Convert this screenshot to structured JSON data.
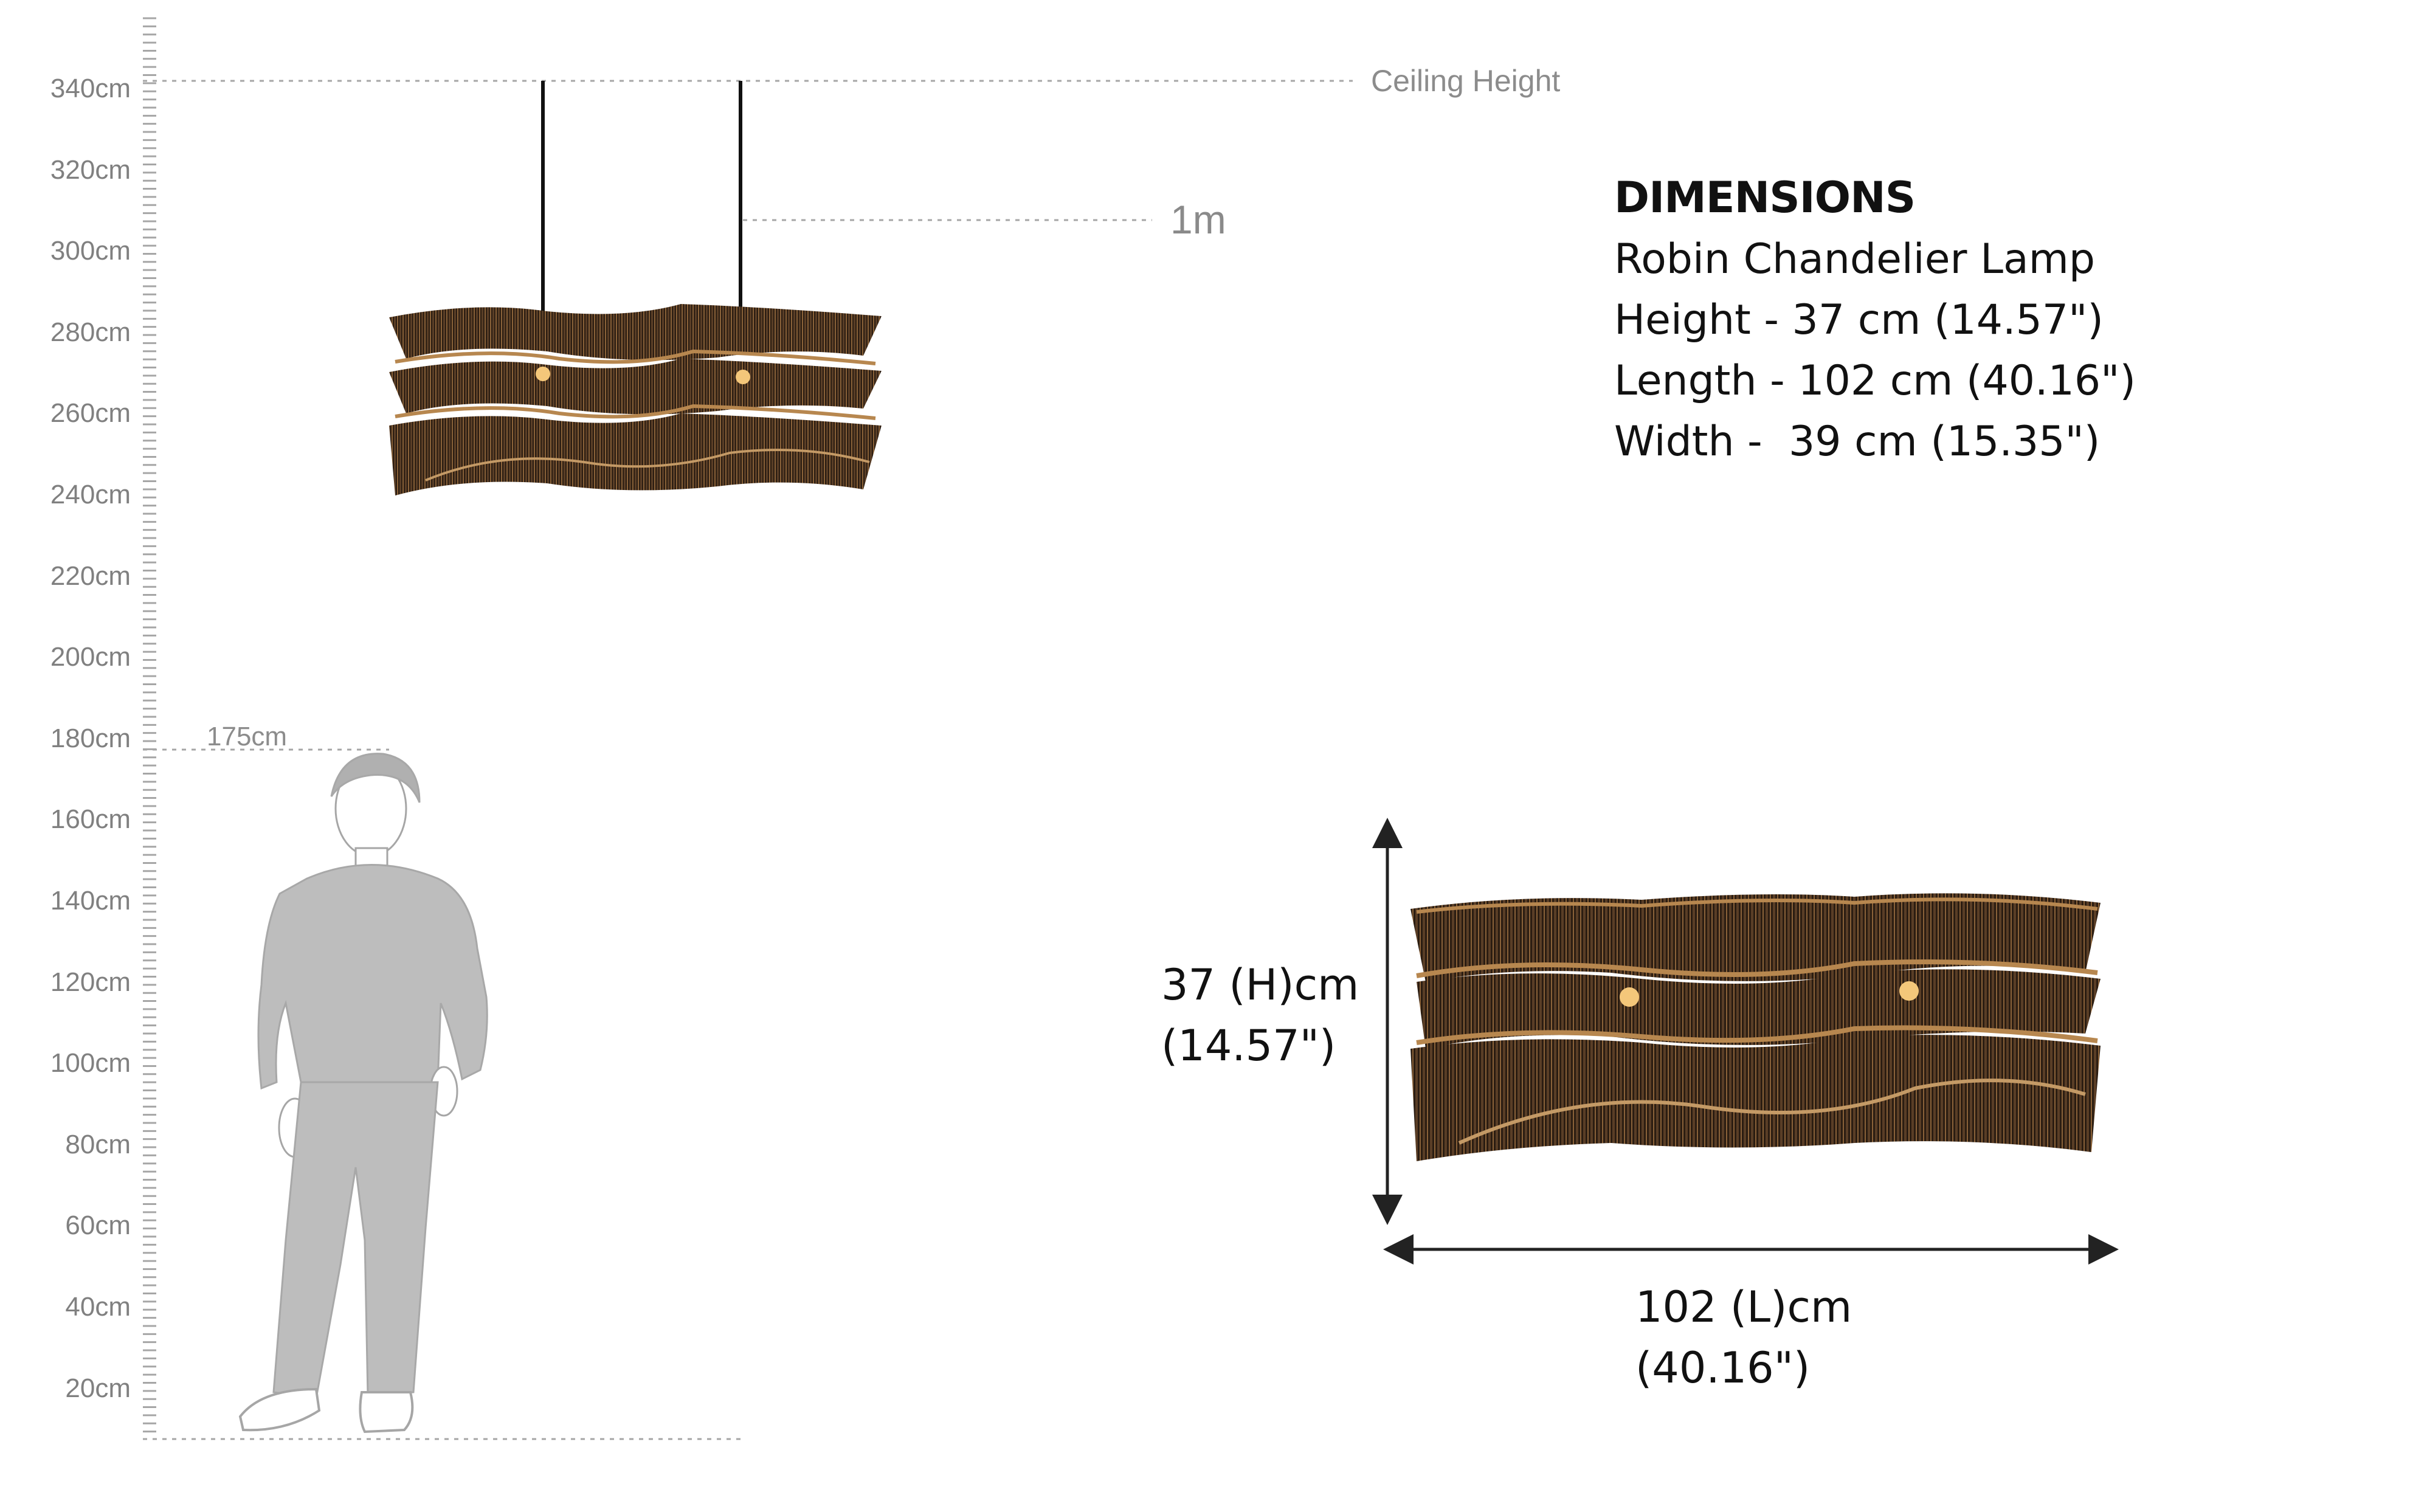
{
  "scale": {
    "unit": "cm",
    "labels": [
      "340cm",
      "320cm",
      "300cm",
      "280cm",
      "260cm",
      "240cm",
      "220cm",
      "200cm",
      "180cm",
      "160cm",
      "140cm",
      "120cm",
      "100cm",
      "80cm",
      "60cm",
      "40cm",
      "20cm"
    ]
  },
  "captions": {
    "ceiling": "Ceiling Height",
    "drop": "1m",
    "person_height": "175cm"
  },
  "dimensions": {
    "heading": "DIMENSIONS",
    "product": "Robin Chandelier Lamp",
    "height": "Height - 37 cm (14.57\")",
    "length": "Length - 102 cm (40.16\")",
    "width": "Width -  39 cm (15.35\")"
  },
  "callouts": {
    "height_cm": "37 (H)cm",
    "height_in": "(14.57\")",
    "length_cm": "102 (L)cm",
    "length_in": "(40.16\")"
  },
  "colors": {
    "rule": "#a6a6a6",
    "text_dark": "#111111",
    "person": "#bdbdbd",
    "lamp_dark": "#2b1d12",
    "lamp_bronze": "#b7874f"
  },
  "icons": [
    "person-silhouette-icon",
    "chandelier-lamp-icon"
  ]
}
